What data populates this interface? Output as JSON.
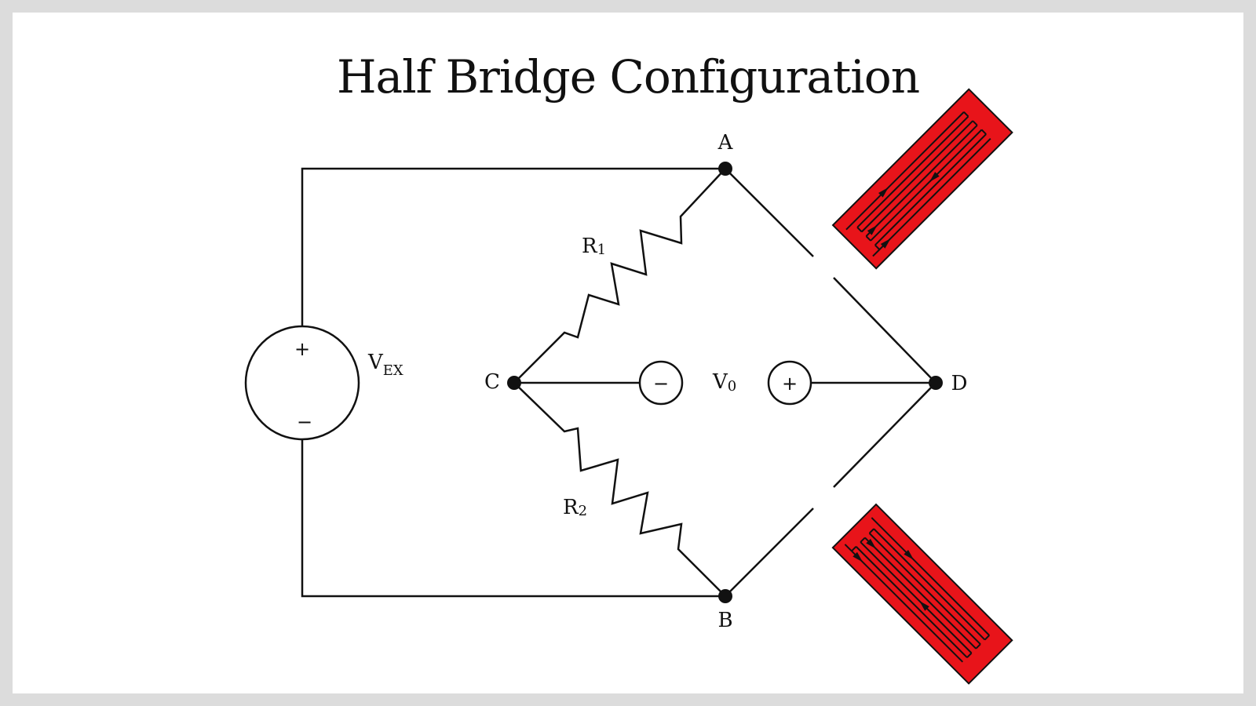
{
  "title": "Half Bridge Configuration",
  "nodes": {
    "a": "A",
    "b": "B",
    "c": "C",
    "d": "D"
  },
  "source": {
    "name": "V",
    "subscript": "EX",
    "plus": "+",
    "minus": "−"
  },
  "resistors": [
    {
      "name": "R",
      "subscript": "1"
    },
    {
      "name": "R",
      "subscript": "2"
    }
  ],
  "output": {
    "name": "V",
    "subscript": "0",
    "minus": "−",
    "plus": "+"
  },
  "colors": {
    "strain_gauge": "#e8141a",
    "wire": "#111111",
    "background": "#ffffff",
    "border": "#dcdcdc"
  },
  "icons": [
    "strain-gauge-icon",
    "voltage-source-icon",
    "resistor-icon",
    "voltmeter-terminal-icon"
  ]
}
